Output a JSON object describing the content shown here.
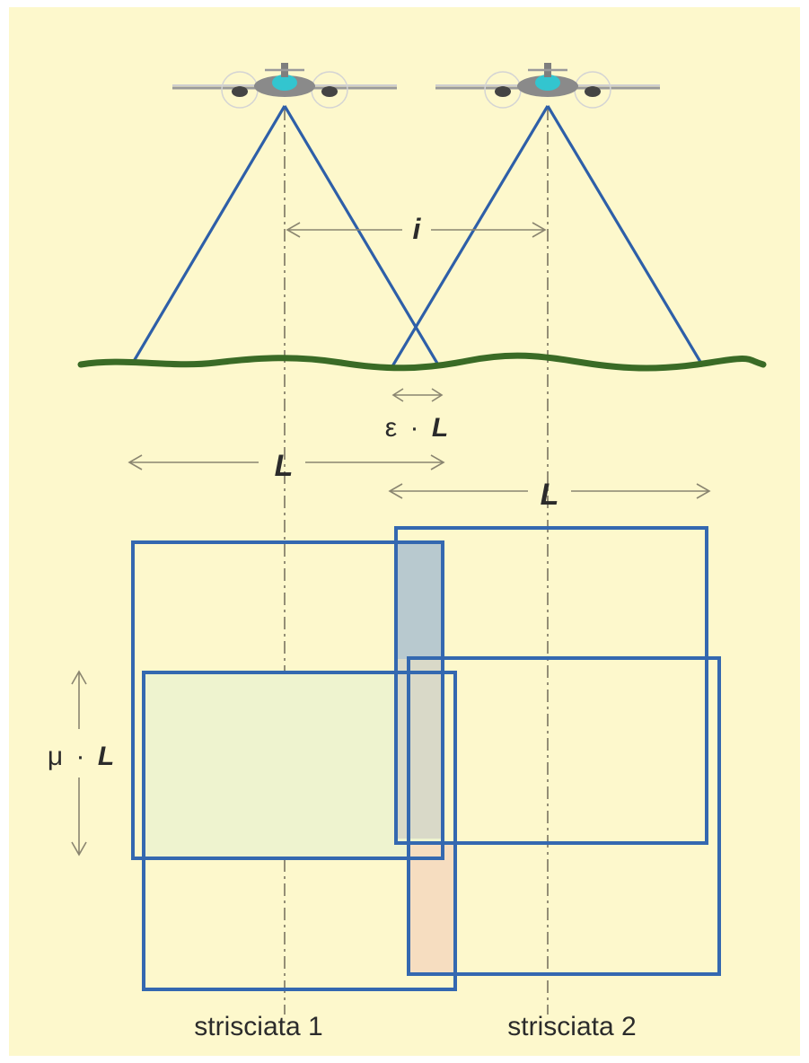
{
  "labels": {
    "interaxis": "i",
    "side_overlap_eps": "ε",
    "side_overlap_dot": "·",
    "side_overlap_L": "L",
    "footprint_L_1": "L",
    "footprint_L_2": "L",
    "forward_overlap_mu": "μ",
    "forward_overlap_dot": "·",
    "forward_overlap_L": "L",
    "strip_1": "strisciata 1",
    "strip_2": "strisciata 2"
  },
  "colors": {
    "background": "#fdf8cc",
    "frame": "#ffffff",
    "cone_line": "#2e5fa8",
    "ground": "#3a6b26",
    "frame_rect": "#3468b0",
    "dimension_arrow": "#8a8570",
    "axis_line": "#7a7560",
    "forward_overlap_fill": "#eef3cf",
    "side_overlap_fill_top": "#b8c9cf",
    "side_overlap_fill_bottom": "#f6ddc0",
    "side_overlap_fill_mid": "#d9d9c8",
    "text": "#2b2b2b",
    "aircraft_body": "#8a8a8a",
    "aircraft_cockpit": "#33c5cf"
  },
  "icons": [
    "airplane-icon",
    "airplane-icon"
  ]
}
